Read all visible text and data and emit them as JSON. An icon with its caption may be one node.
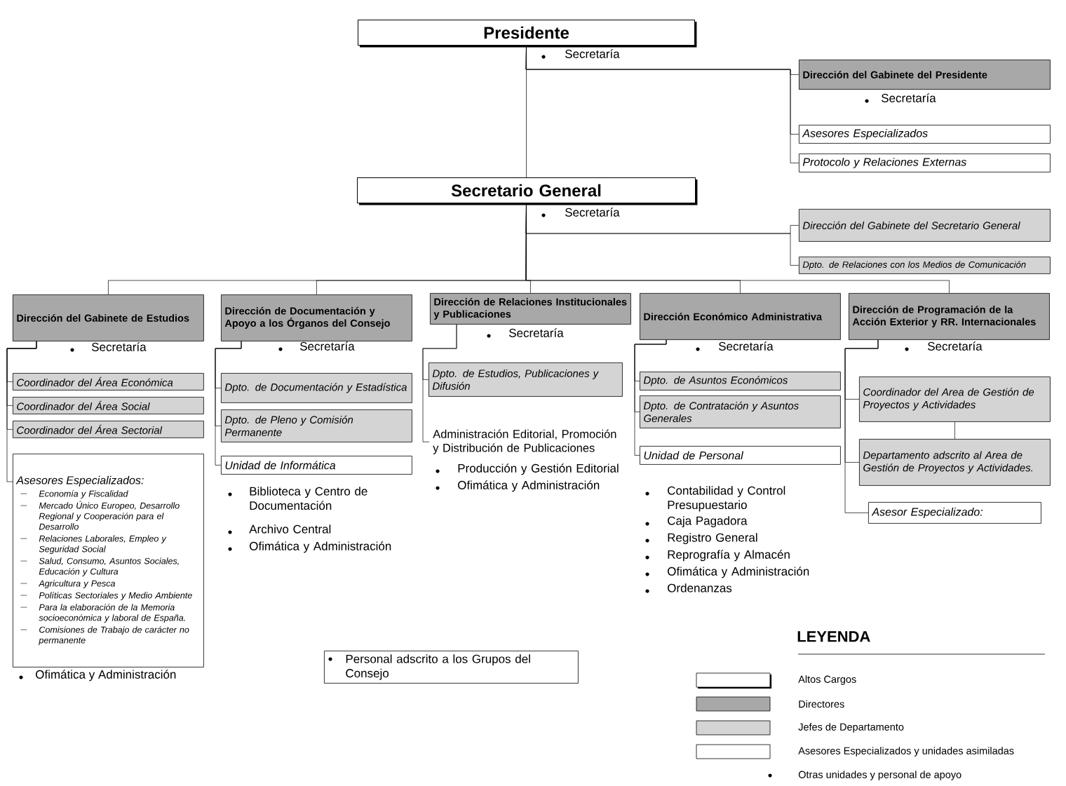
{
  "diagram": {
    "nodes": [
      {
        "text": [
          "Presidente"
        ],
        "beside": [
          "Secretaría"
        ]
      },
      {
        "text": [
          "Dirección del Gabinete del Presidente"
        ],
        "beside": [
          "Secretaría"
        ]
      },
      {
        "text": [
          "Asesores Especializados"
        ]
      },
      {
        "text": [
          "Protocolo y Relaciones Externas"
        ]
      },
      {
        "text": [
          "Secretario General"
        ],
        "beside": [
          "Secretaría"
        ]
      },
      {
        "text": [
          "Dirección del Gabinete del Secretario General"
        ]
      },
      {
        "text": [
          "Dpto. de Relaciones con los Medios de Comunicación"
        ]
      },
      {
        "text": [
          "Dirección del Gabinete de Estudios"
        ],
        "beside": [
          "Secretaría"
        ]
      },
      {
        "text": [
          "Coordinador del Área Económica"
        ]
      },
      {
        "text": [
          "Coordinador del Área Social"
        ]
      },
      {
        "text": [
          "Coordinador del Área Sectorial"
        ]
      },
      {
        "text": [
          "Asesores Especializados:",
          "Economía y Fiscalidad",
          "Mercado Único Europeo, Desarrollo Regional y Cooperación para el Desarrollo",
          "Relaciones Laborales, Empleo y Seguridad Social",
          "Salud, Consumo, Asuntos Sociales, Educación y Cultura",
          "Agricultura y Pesca",
          "Políticas Sectoriales y Medio Ambiente",
          "Para la elaboración de la Memoria socioeconómica y laboral de España.",
          "Comisiones de Trabajo de carácter no permanente"
        ],
        "beside": [
          "Ofimática y Administración"
        ]
      },
      {
        "text": [
          "Dirección de Documentación y Apoyo a los Órganos del Consejo"
        ],
        "beside": [
          "Secretaría"
        ]
      },
      {
        "text": [
          "Dpto. de Documentación y Estadística"
        ]
      },
      {
        "text": [
          "Dpto. de Pleno y Comisión Permanente"
        ]
      },
      {
        "text": [
          "Unidad de Informática"
        ]
      },
      {
        "text": [
          "Dirección de Relaciones Institucionales y Publicaciones"
        ],
        "beside": [
          "Secretaría"
        ]
      },
      {
        "text": [
          "Dpto. de Estudios, Publicaciones y Difusión"
        ]
      },
      {
        "text": [
          "Administración Editorial, Promoción y Distribución de Publicaciones"
        ]
      },
      {
        "text": [
          "Dirección Económico Administrativa"
        ],
        "beside": [
          "Secretaría"
        ]
      },
      {
        "text": [
          "Dpto. de Asuntos Económicos"
        ]
      },
      {
        "text": [
          "Dpto. de Contratación y Asuntos Generales"
        ]
      },
      {
        "text": [
          "Unidad de Personal"
        ]
      },
      {
        "text": [
          "Dirección de Programación de la Acción Exterior y RR. Internacionales"
        ],
        "beside": [
          "Secretaría"
        ]
      },
      {
        "text": [
          "Coordinador del Area de Gestión de Proyectos y Actividades"
        ]
      },
      {
        "text": [
          "Departamento adscrito al Area de Gestión de Proyectos y Actividades."
        ]
      },
      {
        "text": [
          "Asesor Especializado:"
        ]
      },
      {
        "text": [
          "Personal adscrito a los Grupos del Consejo"
        ]
      }
    ],
    "edges": [
      {
        "from": 0,
        "to": 1,
        "arrow": "none"
      },
      {
        "from": 0,
        "to": 2,
        "arrow": "none"
      },
      {
        "from": 0,
        "to": 3,
        "arrow": "none"
      },
      {
        "from": 0,
        "to": 4,
        "arrow": "none"
      },
      {
        "from": 4,
        "to": 5,
        "arrow": "none"
      },
      {
        "from": 4,
        "to": 6,
        "arrow": "none"
      },
      {
        "from": 4,
        "to": 7,
        "arrow": "none"
      },
      {
        "from": 4,
        "to": 12,
        "arrow": "none"
      },
      {
        "from": 4,
        "to": 16,
        "arrow": "none"
      },
      {
        "from": 4,
        "to": 19,
        "arrow": "none"
      },
      {
        "from": 4,
        "to": 23,
        "arrow": "none"
      },
      {
        "from": 7,
        "to": 8,
        "arrow": "none"
      },
      {
        "from": 7,
        "to": 9,
        "arrow": "none"
      },
      {
        "from": 7,
        "to": 10,
        "arrow": "none"
      },
      {
        "from": 7,
        "to": 11,
        "arrow": "none"
      },
      {
        "from": 12,
        "to": 13,
        "arrow": "none"
      },
      {
        "from": 12,
        "to": 14,
        "arrow": "none"
      },
      {
        "from": 12,
        "to": 15,
        "arrow": "none"
      },
      {
        "from": 16,
        "to": 17,
        "arrow": "none"
      },
      {
        "from": 16,
        "to": 18,
        "arrow": "none"
      },
      {
        "from": 19,
        "to": 20,
        "arrow": "none"
      },
      {
        "from": 19,
        "to": 21,
        "arrow": "none"
      },
      {
        "from": 19,
        "to": 22,
        "arrow": "none"
      },
      {
        "from": 23,
        "to": 24,
        "arrow": "none"
      },
      {
        "from": 23,
        "to": 25,
        "arrow": "none"
      },
      {
        "from": 24,
        "to": 25,
        "arrow": "none"
      },
      {
        "from": 23,
        "to": 26,
        "arrow": "none"
      }
    ],
    "labels": [
      "Biblioteca y Centro de Documentación",
      "Archivo Central",
      "Ofimática y Administración",
      "Producción y Gestión Editorial",
      "Ofimática y Administración",
      "Contabilidad y Control Presupuestario",
      "Caja Pagadora",
      "Registro General",
      "Reprografía y Almacén",
      "Ofimática y Administración",
      "Ordenanzas",
      "LEYENDA"
    ],
    "legend": [
      {
        "text": "Altos Cargos"
      },
      {
        "text": "Directores",
        "color": "#a8a8a8"
      },
      {
        "text": "Jefes de Departamento",
        "color": "#d4d4d4"
      },
      {
        "text": "Asesores Especializados y unidades asimiladas"
      },
      {
        "text": "Otras unidades y personal de apoyo"
      }
    ]
  }
}
